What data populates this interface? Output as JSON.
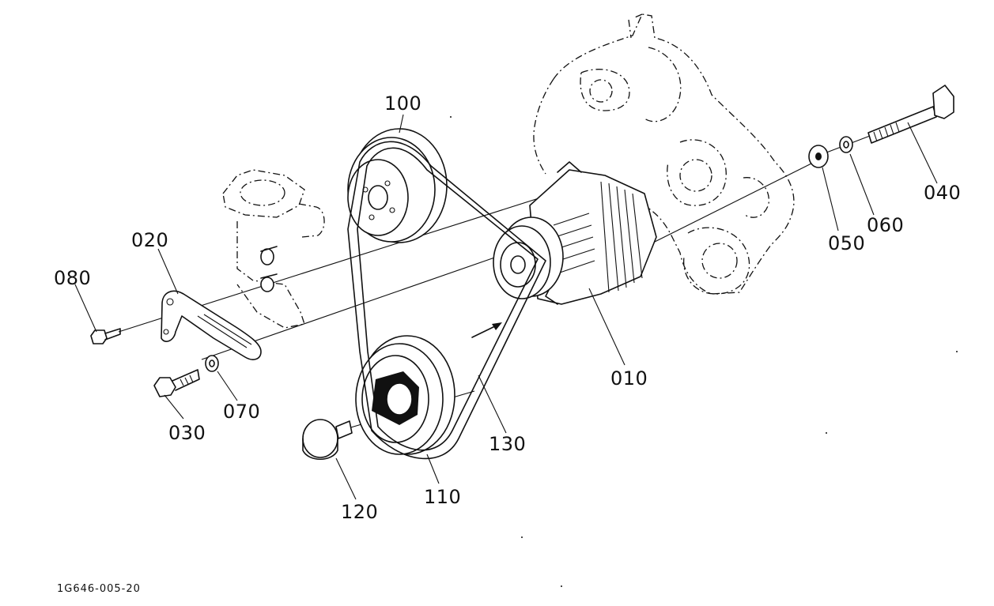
{
  "diagram": {
    "part_labels": {
      "p010": "010",
      "p020": "020",
      "p030": "030",
      "p040": "040",
      "p050": "050",
      "p060": "060",
      "p070": "070",
      "p080": "080",
      "p100": "100",
      "p110": "110",
      "p120": "120",
      "p130": "130"
    },
    "drawing_code": "1G646-005-20"
  }
}
